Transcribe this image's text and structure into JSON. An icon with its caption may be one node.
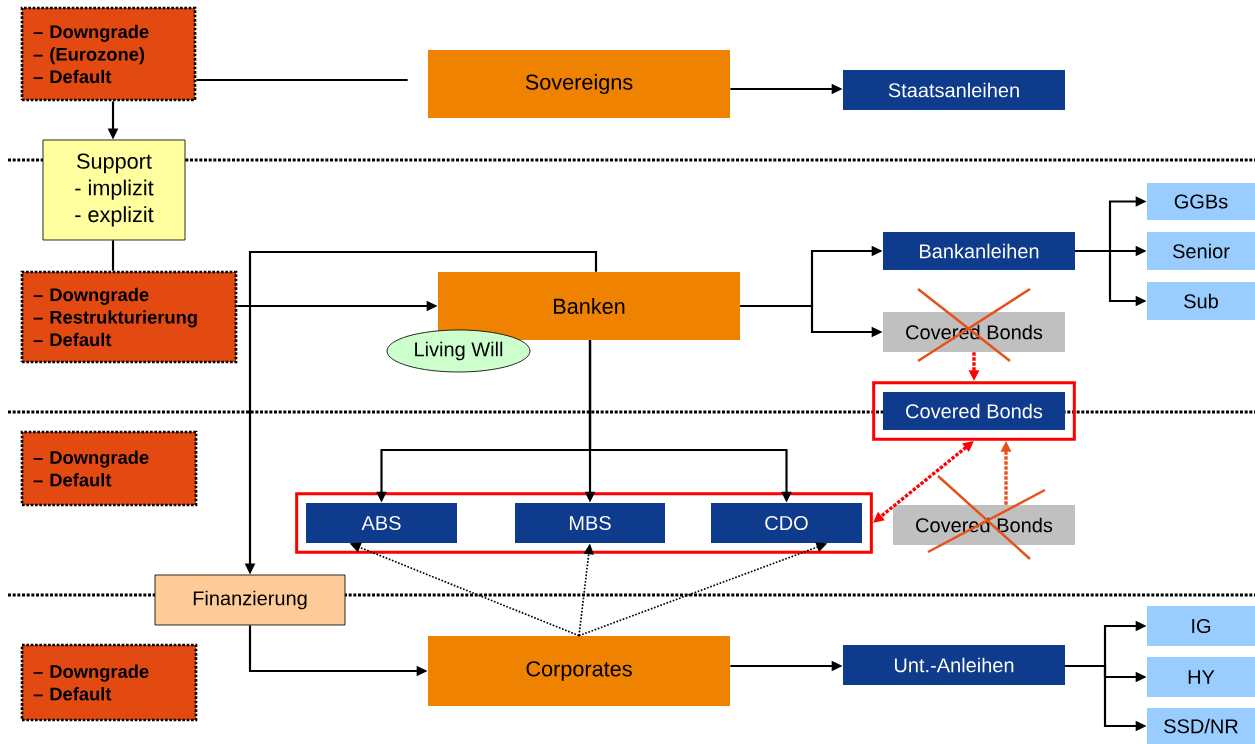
{
  "diagram": {
    "nodes": [
      {
        "text": [
          "– Downgrade",
          "– (Eurozone)",
          "– Default"
        ]
      },
      {
        "text": [
          "Sovereigns"
        ]
      },
      {
        "text": [
          "Staatsanleihen"
        ]
      },
      {
        "text": [
          "Support",
          "- implizit",
          "- explizit"
        ]
      },
      {
        "text": [
          "– Downgrade",
          "– Restrukturierung",
          "– Default"
        ]
      },
      {
        "text": [
          "Banken"
        ]
      },
      {
        "text": [
          "Living Will"
        ]
      },
      {
        "text": [
          "Bankanleihen"
        ]
      },
      {
        "text": [
          "Covered Bonds"
        ]
      },
      {
        "text": [
          "GGBs"
        ]
      },
      {
        "text": [
          "Senior"
        ]
      },
      {
        "text": [
          "Sub"
        ]
      },
      {
        "text": [],
        "shape": "box"
      },
      {
        "text": [
          "Covered Bonds"
        ],
        "in": 12
      },
      {
        "text": [
          "– Downgrade",
          "– Default"
        ]
      },
      {
        "text": [],
        "shape": "box"
      },
      {
        "text": [
          "ABS"
        ],
        "in": 15
      },
      {
        "text": [
          "MBS"
        ],
        "in": 15
      },
      {
        "text": [
          "CDO"
        ],
        "in": 15
      },
      {
        "text": [
          "Covered Bonds"
        ]
      },
      {
        "text": [
          "Finanzierung"
        ]
      },
      {
        "text": [
          "– Downgrade",
          "– Default"
        ]
      },
      {
        "text": [
          "Corporates"
        ]
      },
      {
        "text": [
          "Unt.-Anleihen"
        ]
      },
      {
        "text": [
          "IG"
        ]
      },
      {
        "text": [
          "HY"
        ]
      },
      {
        "text": [
          "SSD/NR"
        ]
      }
    ],
    "edges": [
      {
        "from": 0,
        "to": 1,
        "arrow": "none"
      },
      {
        "from": 1,
        "to": 2,
        "arrow": "to"
      },
      {
        "from": 0,
        "to": 3,
        "arrow": "to"
      },
      {
        "from": 3,
        "to": 4,
        "arrow": "none"
      },
      {
        "from": 4,
        "to": 5,
        "arrow": "to"
      },
      {
        "from": 5,
        "to": 20,
        "arrow": "to"
      },
      {
        "from": 5,
        "to": 7,
        "arrow": "to"
      },
      {
        "from": 5,
        "to": 8,
        "arrow": "to"
      },
      {
        "from": 7,
        "to": 9,
        "arrow": "to"
      },
      {
        "from": 7,
        "to": 10,
        "arrow": "to"
      },
      {
        "from": 7,
        "to": 11,
        "arrow": "to"
      },
      {
        "from": 8,
        "to": 12,
        "arrow": "to",
        "style": "dashed",
        "color": "#ff0000"
      },
      {
        "from": 19,
        "to": 12,
        "arrow": "to",
        "style": "dashed",
        "color": "#e8501a"
      },
      {
        "from": 12,
        "to": 15,
        "arrow": "both",
        "style": "dashed",
        "color": "#ff0000"
      },
      {
        "from": 5,
        "to": 16,
        "arrow": "to"
      },
      {
        "from": 5,
        "to": 17,
        "arrow": "to"
      },
      {
        "from": 5,
        "to": 18,
        "arrow": "to"
      },
      {
        "from": 22,
        "to": 16,
        "arrow": "to",
        "style": "dashed"
      },
      {
        "from": 22,
        "to": 17,
        "arrow": "to",
        "style": "dashed"
      },
      {
        "from": 22,
        "to": 18,
        "arrow": "to",
        "style": "dashed"
      },
      {
        "from": 20,
        "to": 22,
        "arrow": "to"
      },
      {
        "from": 22,
        "to": 23,
        "arrow": "to"
      },
      {
        "from": 23,
        "to": 24,
        "arrow": "to"
      },
      {
        "from": 23,
        "to": 25,
        "arrow": "to"
      },
      {
        "from": 23,
        "to": 26,
        "arrow": "to"
      }
    ]
  }
}
